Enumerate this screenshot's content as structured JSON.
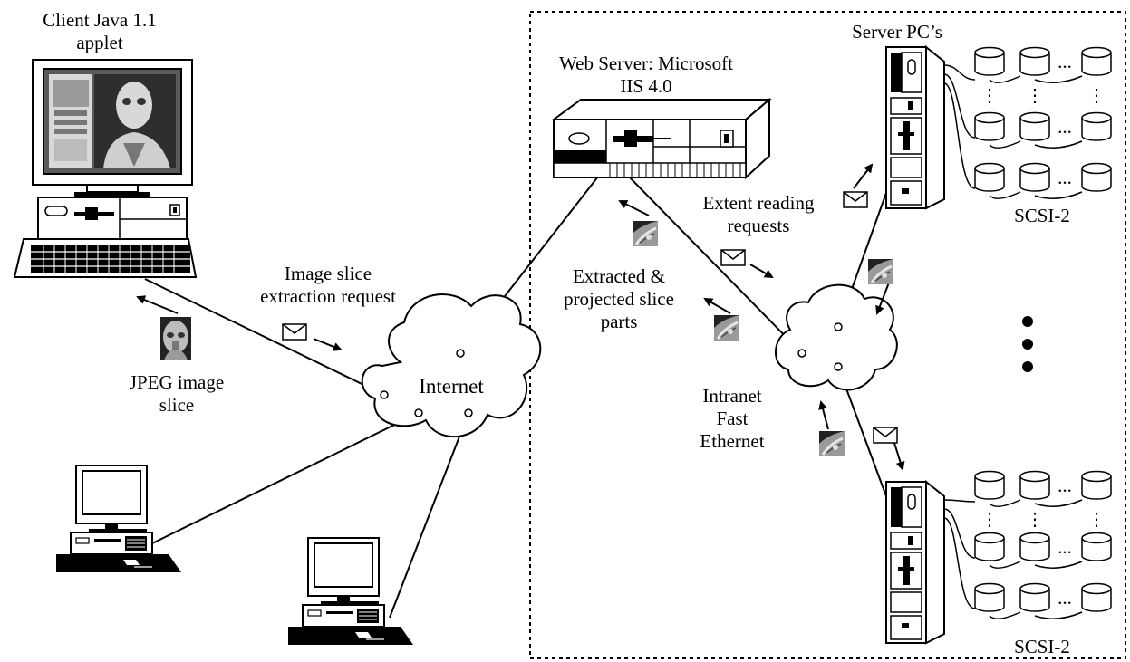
{
  "labels": {
    "client_line1": "Client Java 1.1",
    "client_line2": "applet",
    "web_server_line1": "Web Server: Microsoft",
    "web_server_line2": "IIS 4.0",
    "server_pcs": "Server PC’s",
    "extent_line1": "Extent reading",
    "extent_line2": "requests",
    "image_slice_line1": "Image slice",
    "image_slice_line2": "extraction request",
    "extracted_line1": "Extracted &",
    "extracted_line2": "projected slice",
    "extracted_line3": "parts",
    "internet": "Internet",
    "jpeg_line1": "JPEG image",
    "jpeg_line2": "slice",
    "intranet_line1": "Intranet",
    "intranet_line2": "Fast",
    "intranet_line3": "Ethernet",
    "scsi_top": "SCSI-2",
    "scsi_bottom": "SCSI-2",
    "ellipsis": "..."
  },
  "colors": {
    "ink": "#000000",
    "image_gray": "#8c8c8c",
    "monitor_gray": "#6e6e6e"
  }
}
